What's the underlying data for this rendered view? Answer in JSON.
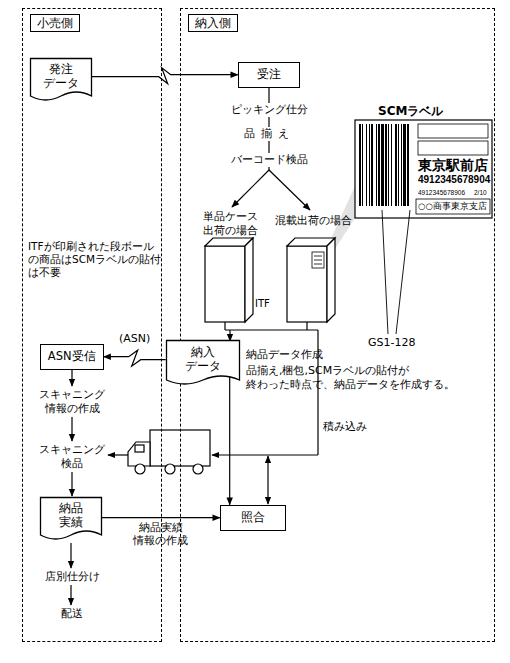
{
  "diagram": {
    "nodes": [
      {
        "text": [
          "小売側"
        ]
      },
      {
        "text": [
          "納入側"
        ]
      },
      {
        "text": [
          "発注 データ"
        ],
        "in": 0
      },
      {
        "text": [
          "受注"
        ],
        "in": 1
      },
      {
        "text": [
          "ASN受信"
        ],
        "in": 0
      },
      {
        "text": [
          "納入 データ"
        ],
        "in": 1
      },
      {
        "text": [
          "納品 実績"
        ],
        "in": 0
      },
      {
        "text": [
          "照合"
        ],
        "in": 1
      }
    ],
    "edges": [
      {
        "from": 2,
        "to": 3,
        "arrow": "to"
      },
      {
        "from": 5,
        "to": 4,
        "label": "(ASN)",
        "arrow": "to"
      },
      {
        "from": 6,
        "to": 7,
        "label": "納品実績 情報の作成",
        "arrow": "to"
      },
      {
        "from": 5,
        "to": 7,
        "arrow": "to"
      }
    ],
    "labels": [
      "ピッキング仕分",
      "品揃え",
      "バーコード検品",
      "単品ケース 出荷の場合",
      "混載出荷の場合",
      "ITF",
      "SCMラベル",
      "東京駅前店",
      "4912345678904",
      "4912345678906",
      "2/10",
      "○○商事東京支店",
      "GS1-128",
      "ITFが印刷された段ボール の商品はSCMラベルの貼付 は不要",
      "納品データ作成",
      "品揃え,梱包,SCMラベルの貼付が 終わった時点で、納品データを作成する。",
      "スキャニング 情報の作成",
      "スキャニング 検品",
      "積み込み",
      "店別仕分け",
      "配送"
    ]
  }
}
